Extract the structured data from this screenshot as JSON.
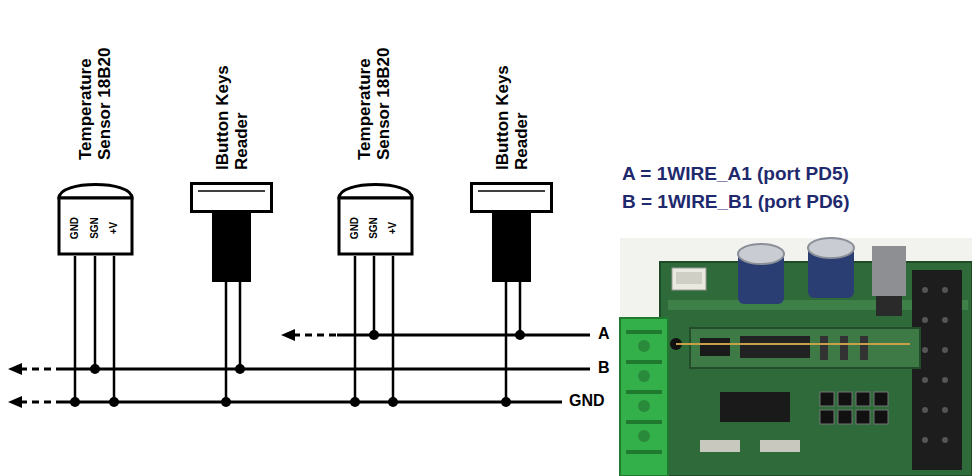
{
  "diagram": {
    "nodes": [
      {
        "text": [
          "Temperature Sensor 18B20",
          "GND",
          "SGN",
          "+V"
        ]
      },
      {
        "text": [
          "IButton Keys Reader"
        ]
      },
      {
        "text": [
          "Temperature Sensor 18B20",
          "GND",
          "SGN",
          "+V"
        ]
      },
      {
        "text": [
          "IButton Keys Reader"
        ]
      }
    ],
    "labels": [
      "A",
      "B",
      "GND",
      "A = 1WIRE_A1 (port PD5)",
      "B = 1WIRE_B1 (port PD6)"
    ]
  }
}
